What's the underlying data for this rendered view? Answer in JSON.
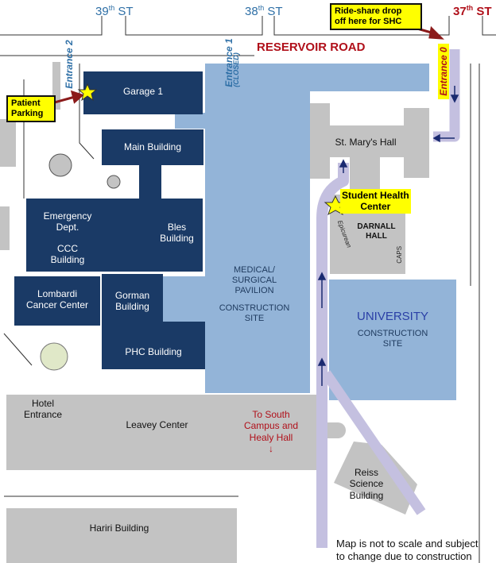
{
  "streets": {
    "st39": {
      "num": "39",
      "sup": "th",
      "name": " ST"
    },
    "st38": {
      "num": "38",
      "sup": "th",
      "name": " ST"
    },
    "st37": {
      "num": "37",
      "sup": "th",
      "name": " ST"
    },
    "reservoir": "RESERVOIR ROAD"
  },
  "callouts": {
    "rideshare_line1": "Ride-share drop",
    "rideshare_line2": "off here for SHC",
    "patient_line1": "Patient",
    "patient_line2": "Parking",
    "shc_line1": "Student Health",
    "shc_line2": "Center"
  },
  "entrances": {
    "entrance2": "Entrance 2",
    "entrance1": "Entrance 1",
    "entrance1_note": "(CLOSED)",
    "entrance0": "Entrance 0"
  },
  "buildings": {
    "garage1": "Garage 1",
    "main": "Main Building",
    "emergency_line1": "Emergency",
    "emergency_line2": "Dept.",
    "bles_line1": "Bles",
    "bles_line2": "Building",
    "ccc_line1": "CCC",
    "ccc_line2": "Building",
    "lombardi_line1": "Lombardi",
    "lombardi_line2": "Cancer Center",
    "gorman_line1": "Gorman",
    "gorman_line2": "Building",
    "phc": "PHC Building",
    "pavilion_line1": "MEDICAL/",
    "pavilion_line2": "SURGICAL",
    "pavilion_line3": "PAVILION",
    "pavilion_site_line1": "CONSTRUCTION",
    "pavilion_site_line2": "SITE",
    "st_marys": "St. Mary's Hall",
    "darnall_line1": "DARNALL",
    "darnall_line2": "HALL",
    "epicurean": "Epicurean",
    "caps": "CAPS",
    "university": "UNIVERSITY",
    "univ_site_line1": "CONSTRUCTION",
    "univ_site_line2": "SITE",
    "hotel_line1": "Hotel",
    "hotel_line2": "Entrance",
    "leavey": "Leavey Center",
    "south_line1": "To South",
    "south_line2": "Campus and",
    "south_line3": "Healy Hall",
    "south_arrow": "↓",
    "reiss_line1": "Reiss",
    "reiss_line2": "Science",
    "reiss_line3": "Building",
    "hariri": "Hariri Building"
  },
  "note": {
    "line1": "Map is not to scale and subject",
    "line2": "to change due to construction"
  },
  "colors": {
    "navy": "#1a3a66",
    "light_blue": "#93b4d8",
    "gray": "#c3c3c3",
    "path": "#c4c0e0",
    "dark_red": "#8b1a1a",
    "yellow": "#ffff00"
  }
}
